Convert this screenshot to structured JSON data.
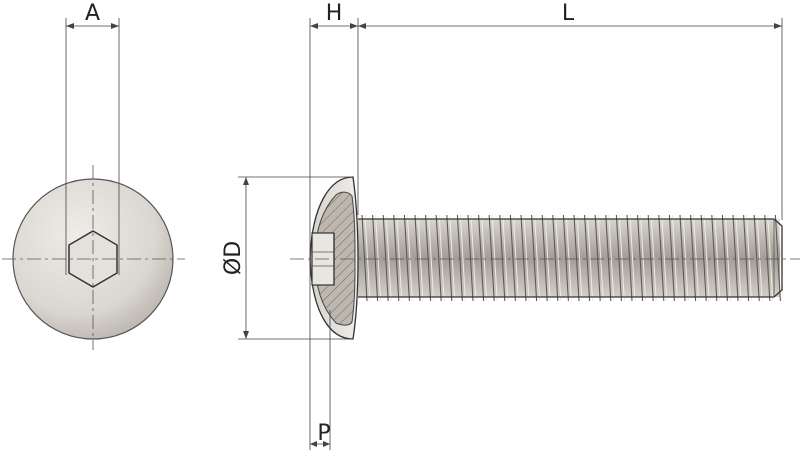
{
  "diagram": {
    "labels": {
      "a": "A",
      "h": "H",
      "l": "L",
      "d": "ØD",
      "p": "P"
    },
    "colors": {
      "line": "#333333",
      "body_light": "#e6e3de",
      "body_mid": "#c9c4bd",
      "body_dark": "#8f8a84",
      "section": "#b8b2aa"
    }
  }
}
